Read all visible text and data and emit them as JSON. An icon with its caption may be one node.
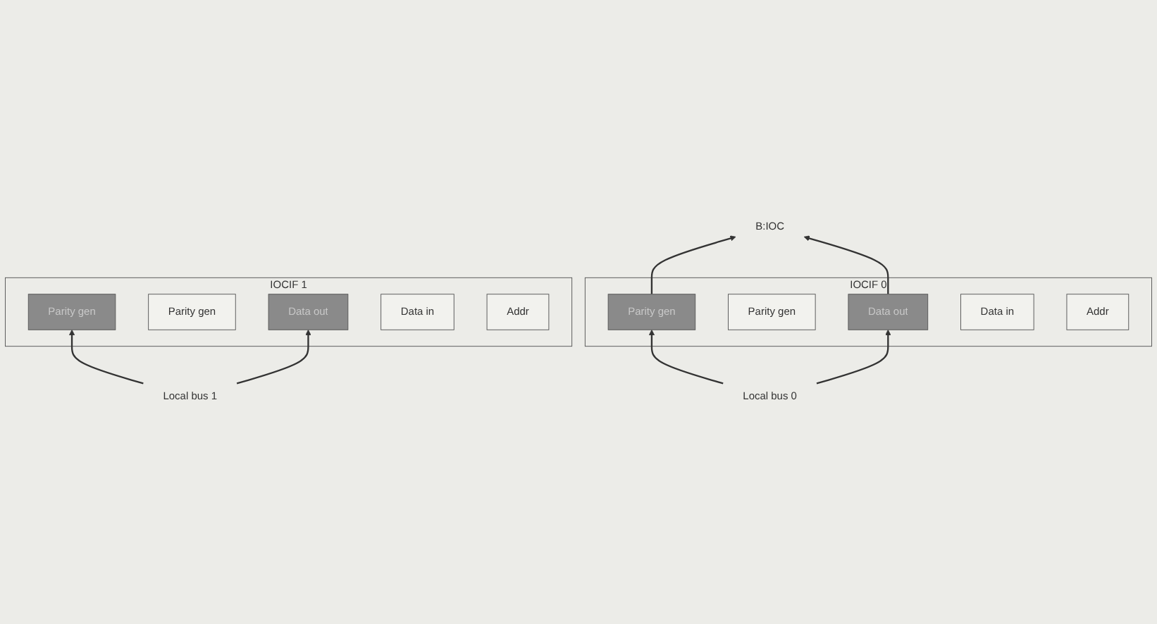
{
  "diagram": {
    "nodes": [
      {
        "text": [
          "B:IOC"
        ]
      },
      {
        "text": [
          "IOCIF 0"
        ]
      },
      {
        "text": [
          "Parity gen"
        ],
        "in": 1
      },
      {
        "text": [
          "Parity gen"
        ],
        "in": 1
      },
      {
        "text": [
          "Data out"
        ],
        "in": 1
      },
      {
        "text": [
          "Data in"
        ],
        "in": 1
      },
      {
        "text": [
          "Addr"
        ],
        "in": 1
      },
      {
        "text": [
          "Local bus 0"
        ]
      },
      {
        "text": [
          "IOCIF 1"
        ]
      },
      {
        "text": [
          "Parity gen"
        ],
        "in": 8
      },
      {
        "text": [
          "Parity gen"
        ],
        "in": 8
      },
      {
        "text": [
          "Data out"
        ],
        "in": 8
      },
      {
        "text": [
          "Data in"
        ],
        "in": 8
      },
      {
        "text": [
          "Addr"
        ],
        "in": 8
      },
      {
        "text": [
          "Local bus 1"
        ]
      }
    ],
    "edges": [
      {
        "from": 7,
        "to": 2,
        "arrow": "to"
      },
      {
        "from": 7,
        "to": 4,
        "arrow": "to"
      },
      {
        "from": 2,
        "to": 0,
        "arrow": "to"
      },
      {
        "from": 4,
        "to": 0,
        "arrow": "to"
      },
      {
        "from": 14,
        "to": 9,
        "arrow": "to"
      },
      {
        "from": 14,
        "to": 11,
        "arrow": "to"
      }
    ]
  }
}
